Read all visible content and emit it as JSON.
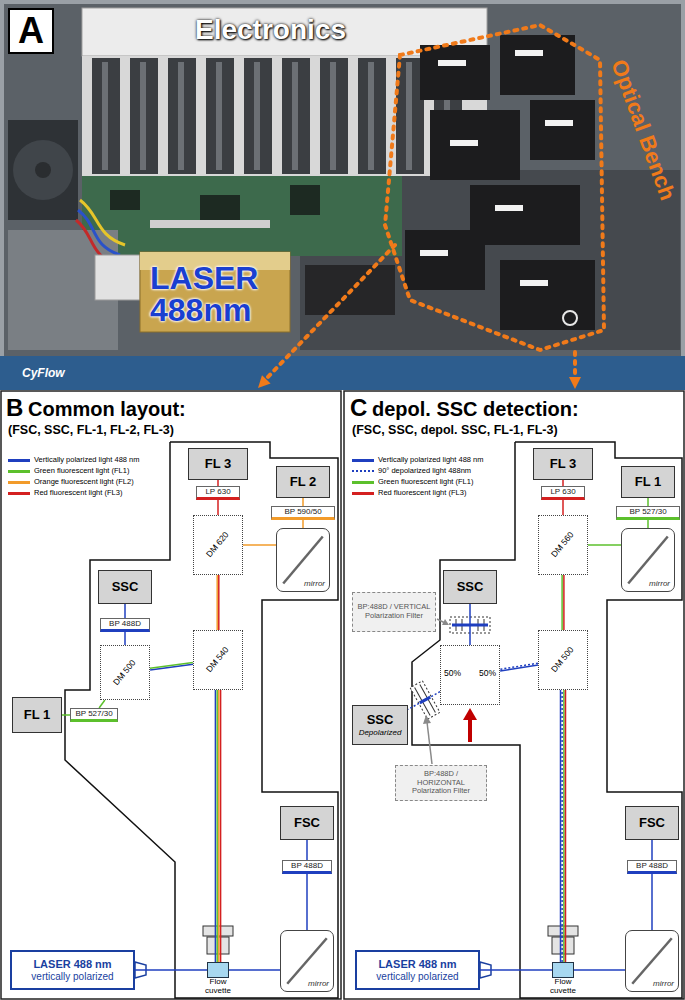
{
  "diagram": {
    "nodes": [
      {
        "text": [
          "FL 3"
        ]
      },
      {
        "text": [
          "FL 2"
        ]
      },
      {
        "text": [
          "LP 630"
        ]
      },
      {
        "text": [
          "DM 620"
        ]
      },
      {
        "text": [
          "BP 590/50"
        ]
      },
      {
        "text": [
          "mirror"
        ]
      },
      {
        "text": [
          "SSC"
        ]
      },
      {
        "text": [
          "BP 488D"
        ]
      },
      {
        "text": [
          "DM 540"
        ]
      },
      {
        "text": [
          "DM 500"
        ]
      },
      {
        "text": [
          "BP 527/30"
        ]
      },
      {
        "text": [
          "FL 1"
        ]
      },
      {
        "text": [
          "FSC"
        ]
      },
      {
        "text": [
          "BP 488D"
        ]
      },
      {
        "text": [
          "mirror"
        ]
      },
      {
        "text": [
          "LASER 488 nm",
          "vertically polarized"
        ]
      },
      {
        "text": [
          "Flow cuvette"
        ]
      },
      {
        "text": [
          "FL 3"
        ]
      },
      {
        "text": [
          "FL 1"
        ]
      },
      {
        "text": [
          "LP 630"
        ]
      },
      {
        "text": [
          "DM 560"
        ]
      },
      {
        "text": [
          "BP 527/30"
        ]
      },
      {
        "text": [
          "mirror"
        ]
      },
      {
        "text": [
          "SSC"
        ]
      },
      {
        "text": [
          "BP:488D / VERTICAL Polarization Filter"
        ]
      },
      {
        "text": [
          "DM 500"
        ]
      },
      {
        "text": [
          "50%",
          "50%"
        ]
      },
      {
        "text": [
          "SSC",
          "Depolarized"
        ]
      },
      {
        "text": [
          "BP:488D / HORIZONTAL Polarization Filter"
        ]
      },
      {
        "text": [
          "FSC"
        ]
      },
      {
        "text": [
          "BP 488D"
        ]
      },
      {
        "text": [
          "mirror"
        ]
      },
      {
        "text": [
          "LASER 488 nm",
          "vertically polarized"
        ]
      },
      {
        "text": [
          "Flow cuvette"
        ]
      }
    ],
    "edges": [
      {
        "from": 15,
        "to": 16,
        "arrow": "none"
      },
      {
        "from": 16,
        "to": 14,
        "arrow": "none"
      },
      {
        "from": 14,
        "to": 13,
        "arrow": "none"
      },
      {
        "from": 13,
        "to": 12,
        "arrow": "none"
      },
      {
        "from": 16,
        "to": 8,
        "arrow": "none"
      },
      {
        "from": 8,
        "to": 3,
        "arrow": "none"
      },
      {
        "from": 3,
        "to": 2,
        "arrow": "none"
      },
      {
        "from": 2,
        "to": 0,
        "arrow": "none"
      },
      {
        "from": 3,
        "to": 5,
        "arrow": "none"
      },
      {
        "from": 5,
        "to": 4,
        "arrow": "none"
      },
      {
        "from": 4,
        "to": 1,
        "arrow": "none"
      },
      {
        "from": 8,
        "to": 9,
        "arrow": "none"
      },
      {
        "from": 9,
        "to": 7,
        "arrow": "none"
      },
      {
        "from": 7,
        "to": 6,
        "arrow": "none"
      },
      {
        "from": 9,
        "to": 10,
        "arrow": "none"
      },
      {
        "from": 10,
        "to": 11,
        "arrow": "none"
      },
      {
        "from": 32,
        "to": 33,
        "arrow": "none"
      },
      {
        "from": 33,
        "to": 31,
        "arrow": "none"
      },
      {
        "from": 31,
        "to": 30,
        "arrow": "none"
      },
      {
        "from": 30,
        "to": 29,
        "arrow": "none"
      },
      {
        "from": 33,
        "to": 25,
        "arrow": "none"
      },
      {
        "from": 25,
        "to": 20,
        "arrow": "none"
      },
      {
        "from": 20,
        "to": 19,
        "arrow": "none"
      },
      {
        "from": 19,
        "to": 17,
        "arrow": "none"
      },
      {
        "from": 20,
        "to": 22,
        "arrow": "none"
      },
      {
        "from": 22,
        "to": 21,
        "arrow": "none"
      },
      {
        "from": 21,
        "to": 18,
        "arrow": "none"
      },
      {
        "from": 25,
        "to": 26,
        "arrow": "none"
      },
      {
        "from": 26,
        "to": 23,
        "arrow": "none"
      },
      {
        "from": 26,
        "to": 27,
        "arrow": "none"
      }
    ],
    "labels": [
      "A",
      "Electronics",
      "LASER 488nm",
      "Optical Bench",
      "CyFlow",
      "B",
      "Common layout:",
      "(FSC, SSC, FL-1, FL-2, FL-3)",
      "C",
      "depol. SSC detection:",
      "(FSC, SSC, depol. SSC, FL-1, FL-3)"
    ],
    "legend": [
      {
        "text": "Vertically polarized light 488 nm",
        "color": "#1f3fbf"
      },
      {
        "text": "Green fluorescent light (FL1)",
        "color": "#5cc02c"
      },
      {
        "text": "Orange fluorescent light (FL2)",
        "color": "#f29b2a"
      },
      {
        "text": "Red fluorescent light (FL3)",
        "color": "#d42020"
      },
      {
        "text": "Vertically polarized light 488 nm",
        "color": "#1f3fbf"
      },
      {
        "text": "90° depolarized light 488nm"
      },
      {
        "text": "Green fluorescent light (FL1)",
        "color": "#5cc02c"
      },
      {
        "text": "Red fluorescent light (FL3)",
        "color": "#d42020"
      }
    ]
  }
}
